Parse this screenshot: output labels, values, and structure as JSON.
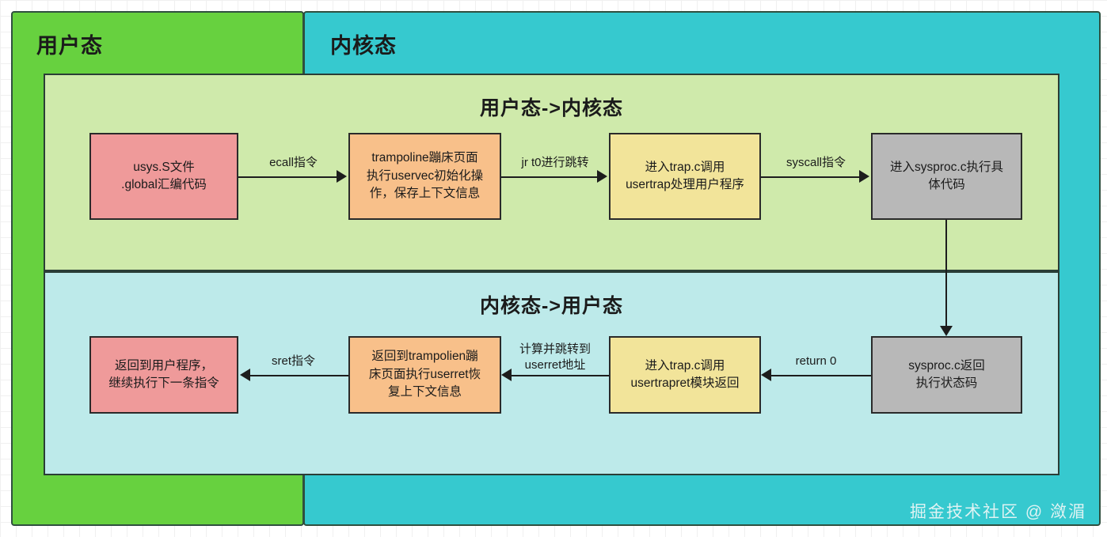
{
  "diagram": {
    "title_user_mode": "用户态",
    "title_kernel_mode": "内核态",
    "watermark": "掘金技术社区 @ 潋湄",
    "colors": {
      "user_mode_bg": "#67d13f",
      "kernel_mode_bg": "#36c9cf",
      "phase_u2k_bg": "#cfeaab",
      "phase_k2u_bg": "#bdeaea",
      "node_pink": "#ef9a9a",
      "node_orange": "#f8c08a",
      "node_yellow": "#f2e49a",
      "node_gray": "#b8b8b8",
      "edge_stroke": "#1d1d1d"
    }
  },
  "phases": [
    {
      "id": "u2k",
      "title": "用户态->内核态",
      "nodes": [
        {
          "id": "usys",
          "label": "usys.S文件\n.global汇编代码"
        },
        {
          "id": "trampoline",
          "label": "trampoline蹦床页面\n执行uservec初始化操\n作，保存上下文信息"
        },
        {
          "id": "trapc",
          "label": "进入trap.c调用\nusertrap处理用户程序"
        },
        {
          "id": "sysproc",
          "label": "进入sysproc.c执行具\n体代码"
        }
      ],
      "edges": [
        {
          "id": "e1",
          "label": "ecall指令",
          "from": "usys",
          "to": "trampoline"
        },
        {
          "id": "e2",
          "label": "jr t0进行跳转",
          "from": "trampoline",
          "to": "trapc"
        },
        {
          "id": "e3",
          "label": "syscall指令",
          "from": "trapc",
          "to": "sysproc"
        }
      ]
    },
    {
      "id": "k2u",
      "title": "内核态->用户态",
      "nodes": [
        {
          "id": "ret-user",
          "label": "返回到用户程序，\n继续执行下一条指令"
        },
        {
          "id": "ret-tramp",
          "label": "返回到trampolien蹦\n床页面执行userret恢\n复上下文信息"
        },
        {
          "id": "ret-trapc",
          "label": "进入trap.c调用\nusertrapret模块返回"
        },
        {
          "id": "ret-sysproc",
          "label": "sysproc.c返回\n执行状态码"
        }
      ],
      "edges": [
        {
          "id": "e4",
          "label": "sret指令",
          "from": "ret-tramp",
          "to": "ret-user"
        },
        {
          "id": "e5",
          "label": "计算并跳转到\nuserret地址",
          "from": "ret-trapc",
          "to": "ret-tramp"
        },
        {
          "id": "e6",
          "label": "return 0",
          "from": "ret-sysproc",
          "to": "ret-trapc"
        }
      ]
    }
  ],
  "cross_edge": {
    "id": "e7",
    "label": "",
    "from": "sysproc",
    "to": "ret-sysproc"
  }
}
